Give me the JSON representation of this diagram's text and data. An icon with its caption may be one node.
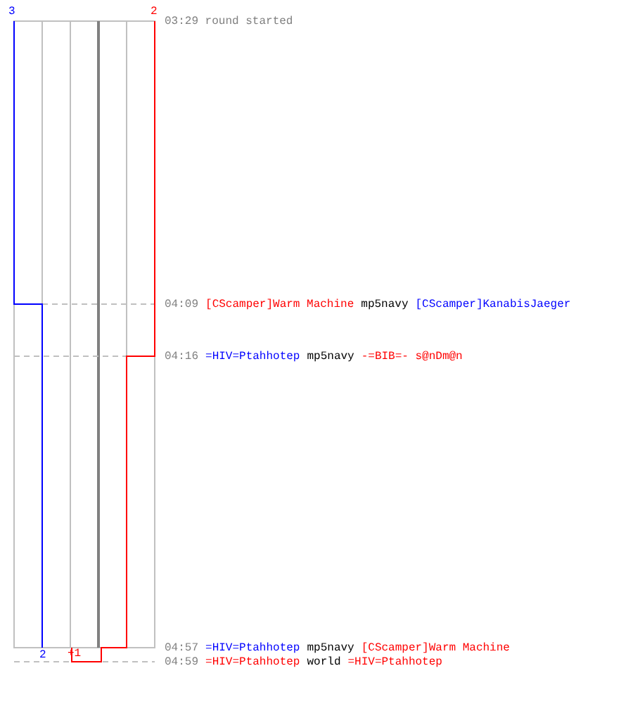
{
  "diagram": {
    "labels": [
      "3",
      "2",
      "03:29 round started",
      "04:09",
      "[CScamper]Warm Machine",
      "mp5navy",
      "[CScamper]KanabisJaeger",
      "04:16",
      "=HIV=Ptahhotep",
      "mp5navy",
      "-=BIB=- s@nDm@n",
      "2",
      "+1",
      "04:57",
      "=HIV=Ptahhotep",
      "mp5navy",
      "[CScamper]Warm Machine",
      "04:59",
      "=HIV=Ptahhotep",
      "world",
      "=HIV=Ptahhotep"
    ]
  }
}
